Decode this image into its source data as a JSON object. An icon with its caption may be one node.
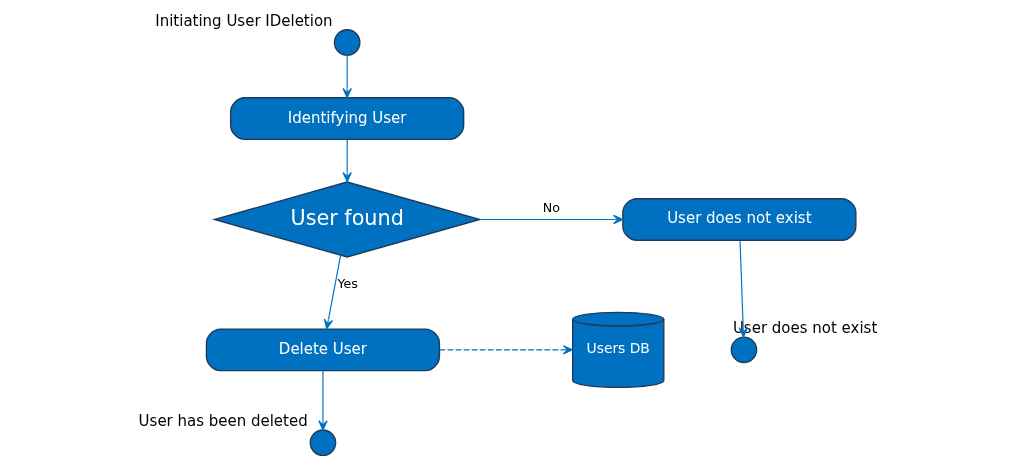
{
  "diagram": {
    "nodes": [
      {
        "text": [
          "Initiating User IDeletion"
        ]
      },
      {
        "text": [
          "Identifying User"
        ]
      },
      {
        "text": [
          "User found"
        ]
      },
      {
        "text": [
          "User does not exist"
        ]
      },
      {
        "text": [
          "Delete User"
        ]
      },
      {
        "text": [
          "Users DB"
        ]
      },
      {
        "text": [
          "User has been deleted"
        ]
      },
      {
        "text": [
          "User does not exist"
        ]
      }
    ],
    "edges": [
      {
        "from": 0,
        "to": 1,
        "arrow": "to"
      },
      {
        "from": 1,
        "to": 2,
        "arrow": "to"
      },
      {
        "from": 2,
        "to": 3,
        "arrow": "to",
        "label": "No"
      },
      {
        "from": 2,
        "to": 4,
        "arrow": "to",
        "label": "Yes"
      },
      {
        "from": 4,
        "to": 5,
        "arrow": "to",
        "style": "dashed"
      },
      {
        "from": 4,
        "to": 6,
        "arrow": "to"
      },
      {
        "from": 3,
        "to": 7,
        "arrow": "to"
      }
    ]
  }
}
